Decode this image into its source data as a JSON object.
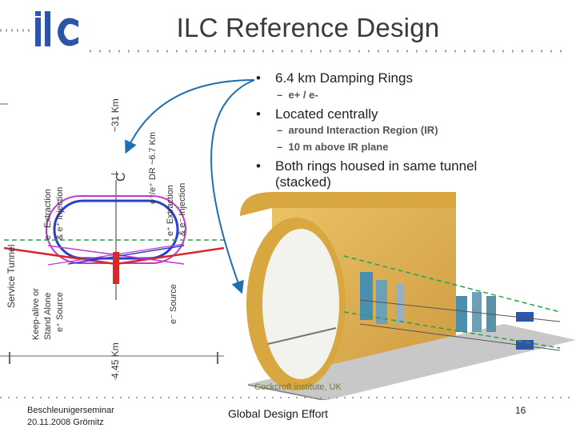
{
  "slide": {
    "title": "ILC Reference Design",
    "logo_text": "ilc",
    "bullets": [
      {
        "text": "6.4 km Damping Rings"
      },
      {
        "text": "Located centrally"
      },
      {
        "text": "Both rings housed in same tunnel"
      },
      {
        "text": "(stacked)"
      }
    ],
    "sub_bullets": [
      {
        "text": "e+ / e-"
      },
      {
        "text": "around Interaction Region (IR)"
      },
      {
        "text": "10 m above IR plane"
      }
    ],
    "bullet_marker": "•",
    "sub_marker": "–",
    "diagram_labels": {
      "service_tunnel": "Service Tunnel",
      "e_minus_extraction": "e⁻ Extraction",
      "e_plus_injection": "& e⁺ Injection",
      "cl": "C",
      "l_sub": "L",
      "dr": "e⁻/e⁺ DR ~6.7 Km",
      "e_plus_extraction": "e⁺ Extraction",
      "e_minus_injection": "& e⁻ Injection",
      "km31": "~31 Km",
      "keepalive1": "Keep-alive or",
      "keepalive2": "Stand Alone",
      "keepalive3": "e⁺ Source",
      "e_minus_source": "e⁻ Source",
      "km445": "~4.45 Km"
    },
    "image_credit": "Cockcroft institute, UK",
    "footer_left_line1": "Beschleunigerseminar",
    "footer_left_line2": "20.11.2008  Grömitz",
    "footer_center": "Global Design Effort",
    "page_number": "16"
  },
  "colors": {
    "accent_blue": "#1f6fb0",
    "tunnel_tan": "#d9a740",
    "ring_red": "#d42a2a",
    "ring_blue": "#2a3fcf",
    "ring_magenta": "#c03ac8"
  }
}
